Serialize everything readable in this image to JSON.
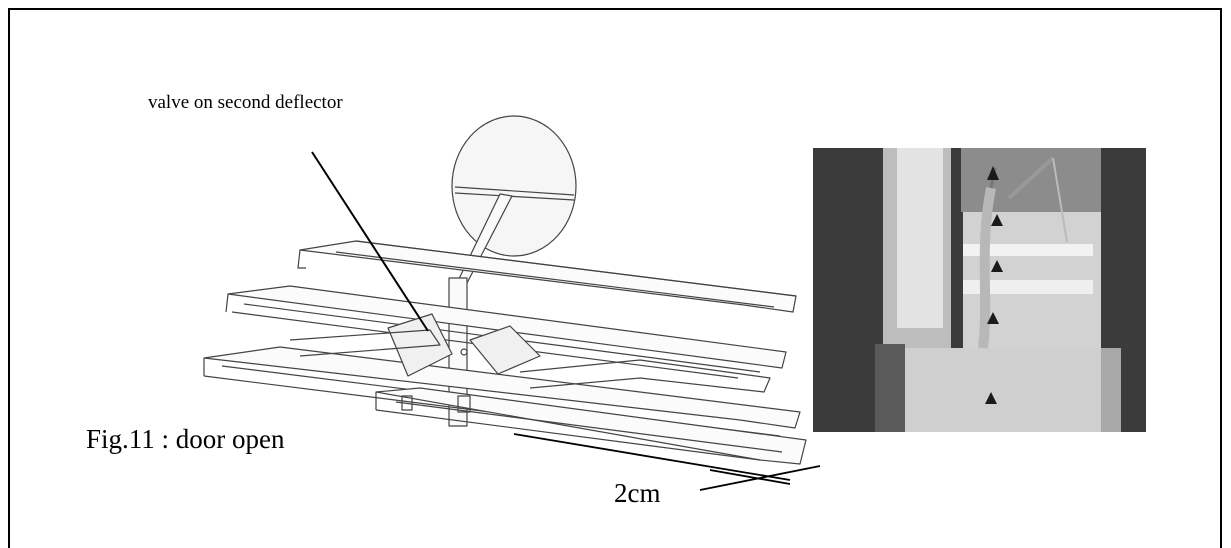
{
  "figure": {
    "callout_label": "valve on second deflector",
    "caption": "Fig.11 : door open",
    "dimension_label": "2cm"
  },
  "photo": {
    "description_icon": "stove-cross-section-photo",
    "colors": {
      "dark_wall": "#3b3b3b",
      "light_body": "#d2d2d2",
      "flue": "#8c8c8c",
      "arrow": "#1a1a1a"
    }
  }
}
